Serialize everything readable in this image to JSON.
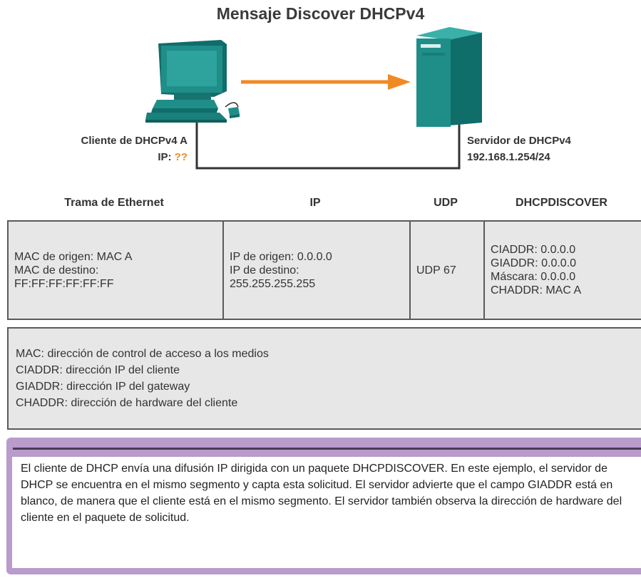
{
  "title": "Mensaje Discover DHCPv4",
  "client": {
    "name": "Cliente de DHCPv4 A",
    "ip_label": "IP:",
    "ip_value": "??"
  },
  "server": {
    "name": "Servidor de DHCPv4",
    "address": "192.168.1.254/24"
  },
  "headers": {
    "ethernet": "Trama de Ethernet",
    "ip": "IP",
    "udp": "UDP",
    "dhcp": "DHCPDISCOVER"
  },
  "frame": {
    "ethernet": [
      "MAC de origen: MAC A",
      "MAC de destino:",
      "FF:FF:FF:FF:FF:FF"
    ],
    "ip": [
      "IP de origen: 0.0.0.0",
      "IP de destino:",
      "255.255.255.255"
    ],
    "udp": [
      "UDP 67"
    ],
    "dhcp": [
      "CIADDR: 0.0.0.0",
      "GIADDR: 0.0.0.0",
      "Máscara: 0.0.0.0",
      "CHADDR: MAC A"
    ]
  },
  "legend": [
    "MAC: dirección de control de acceso a los medios",
    "CIADDR: dirección IP del cliente",
    "GIADDR: dirección IP del gateway",
    "CHADDR: dirección de hardware del cliente"
  ],
  "description": "El cliente de DHCP envía una difusión IP dirigida con un paquete DHCPDISCOVER. En este ejemplo, el servidor de DHCP se encuentra en el mismo segmento y capta esta solicitud. El servidor advierte que el campo GIADDR está en blanco, de manera que el cliente está en el mismo segmento. El servidor también observa la dirección de hardware del cliente en el paquete de solicitud.",
  "colors": {
    "device_teal": "#1f8e89",
    "arrow_orange": "#f08a24",
    "accent_purple": "#b99bcc"
  }
}
